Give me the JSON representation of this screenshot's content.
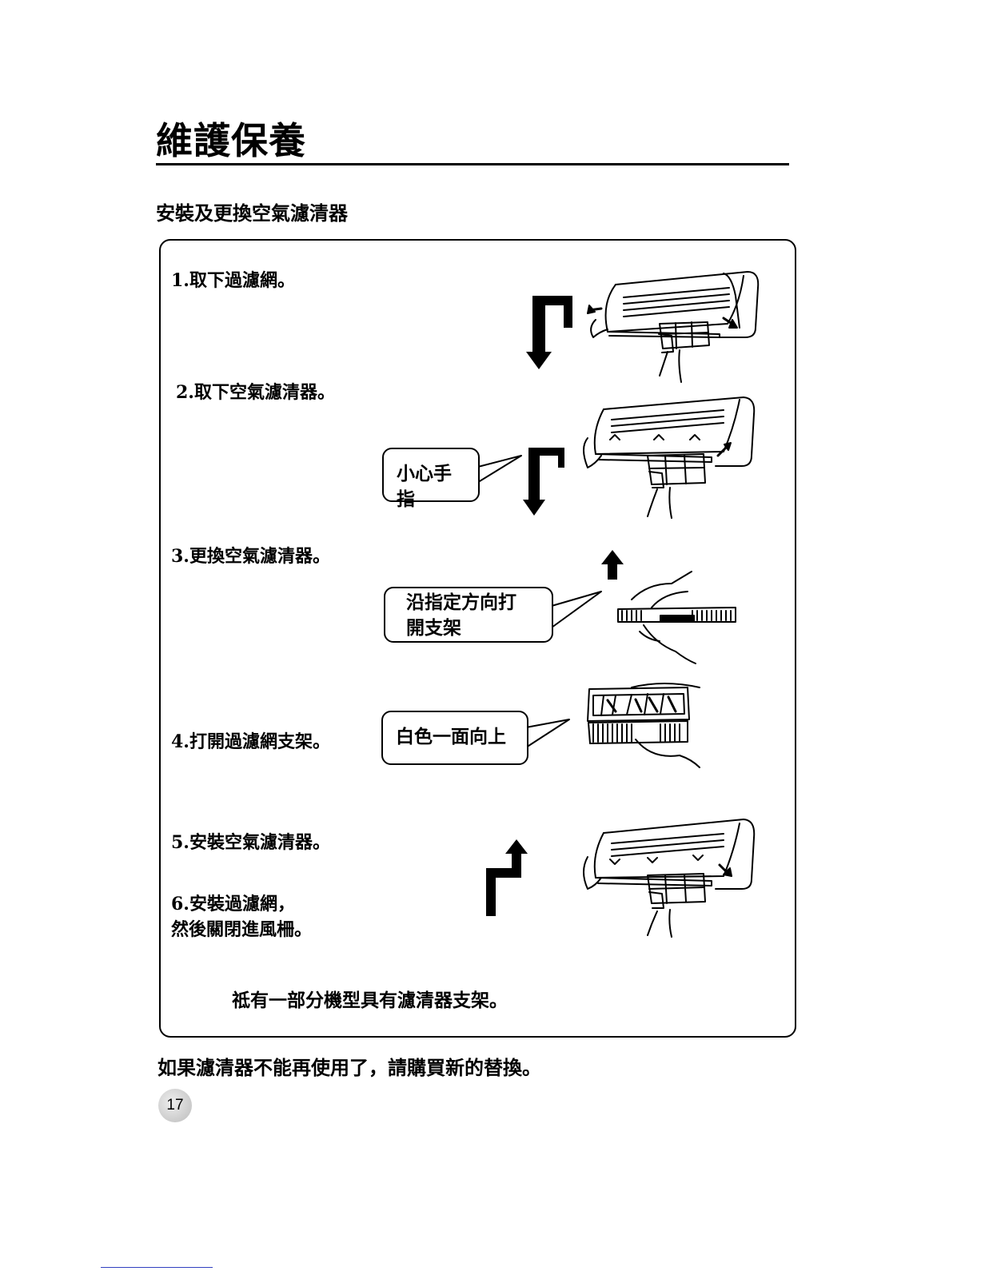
{
  "header": {
    "title": "維護保養"
  },
  "section": {
    "heading": "安裝及更換空氣濾清器"
  },
  "steps": [
    {
      "label": "1.取下過濾網。"
    },
    {
      "label": "2.取下空氣濾清器。"
    },
    {
      "label": "3.更換空氣濾清器。"
    },
    {
      "label": "4.打開過濾網支架。"
    },
    {
      "label": "5.安裝空氣濾清器。"
    },
    {
      "label_line1": "6.安裝過濾網，",
      "label_line2": "然後關閉進風柵。"
    }
  ],
  "callouts": {
    "finger_warning": "小心手指",
    "open_bracket_line1": "沿指定方向打",
    "open_bracket_line2": "開支架",
    "white_side_up": "白色一面向上"
  },
  "panel_note": "祗有一部分機型具有濾清器支架。",
  "footer": {
    "text": "如果濾清器不能再使用了，請購買新的替換。"
  },
  "page": {
    "number": "17"
  }
}
